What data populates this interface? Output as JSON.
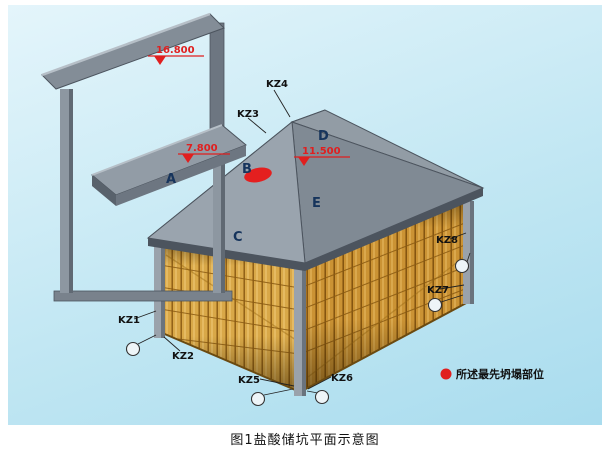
{
  "figure": {
    "caption": "图1盐酸储坑平面示意图"
  },
  "legend": {
    "text": "所述最先坍塌部位"
  },
  "elevations": {
    "canopy": "16.800",
    "platform": "7.800",
    "roof": "11.500"
  },
  "columns": {
    "kz1": "KZ1",
    "kz2": "KZ2",
    "kz3": "KZ3",
    "kz4": "KZ4",
    "kz5": "KZ5",
    "kz6": "KZ6",
    "kz7": "KZ7",
    "kz8": "KZ8"
  },
  "areas": {
    "a": "A",
    "b": "B",
    "c": "C",
    "d": "D",
    "e": "E"
  },
  "axis_bubbles": [
    "",
    "",
    "",
    "",
    ""
  ],
  "colors": {
    "highlight_red": "#e01f1f",
    "roof_gray": "#9aa4ae",
    "scaffold_orange": "#d9a848",
    "background_blue": "#c2e7f3"
  }
}
